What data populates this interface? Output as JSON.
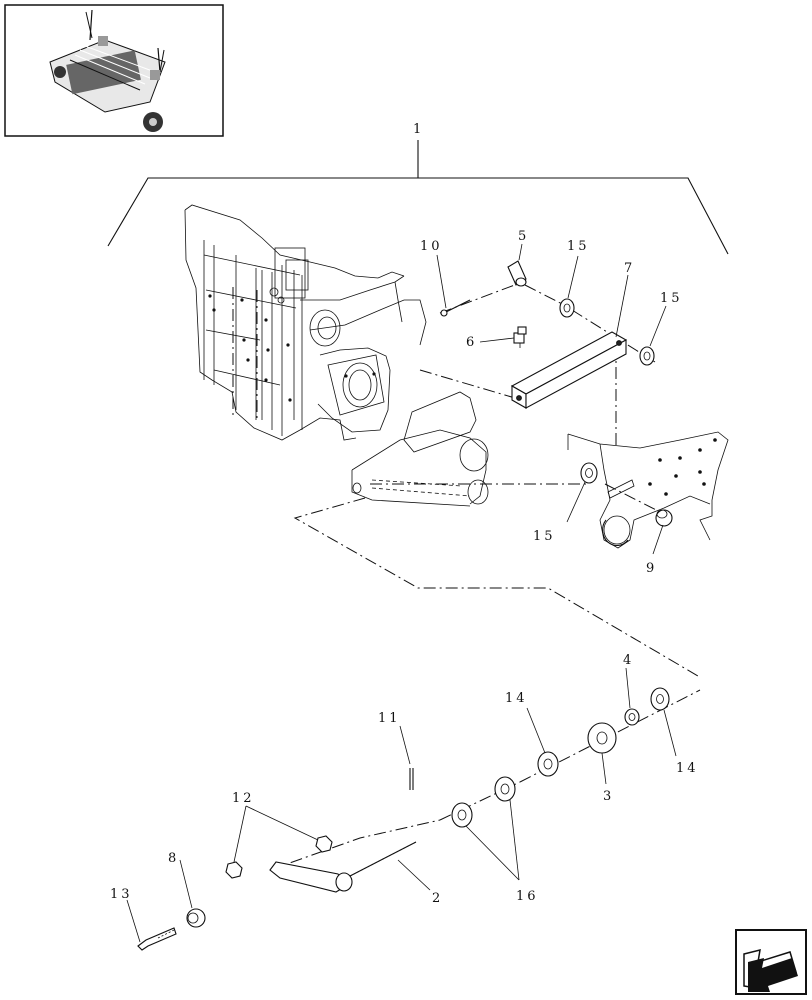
{
  "callouts": {
    "c1": "1",
    "c2": "2",
    "c3": "3",
    "c4": "4",
    "c5": "5",
    "c6": "6",
    "c7": "7",
    "c8": "8",
    "c9": "9",
    "c10": "10",
    "c11": "11",
    "c12": "12",
    "c13": "13",
    "c14a": "14",
    "c14b": "14",
    "c15a": "15",
    "c15b": "15",
    "c15c": "15",
    "c16": "16"
  },
  "icons": {
    "thumbnail": "machine-thumbnail-icon",
    "nav": "next-page-arrow-icon"
  }
}
